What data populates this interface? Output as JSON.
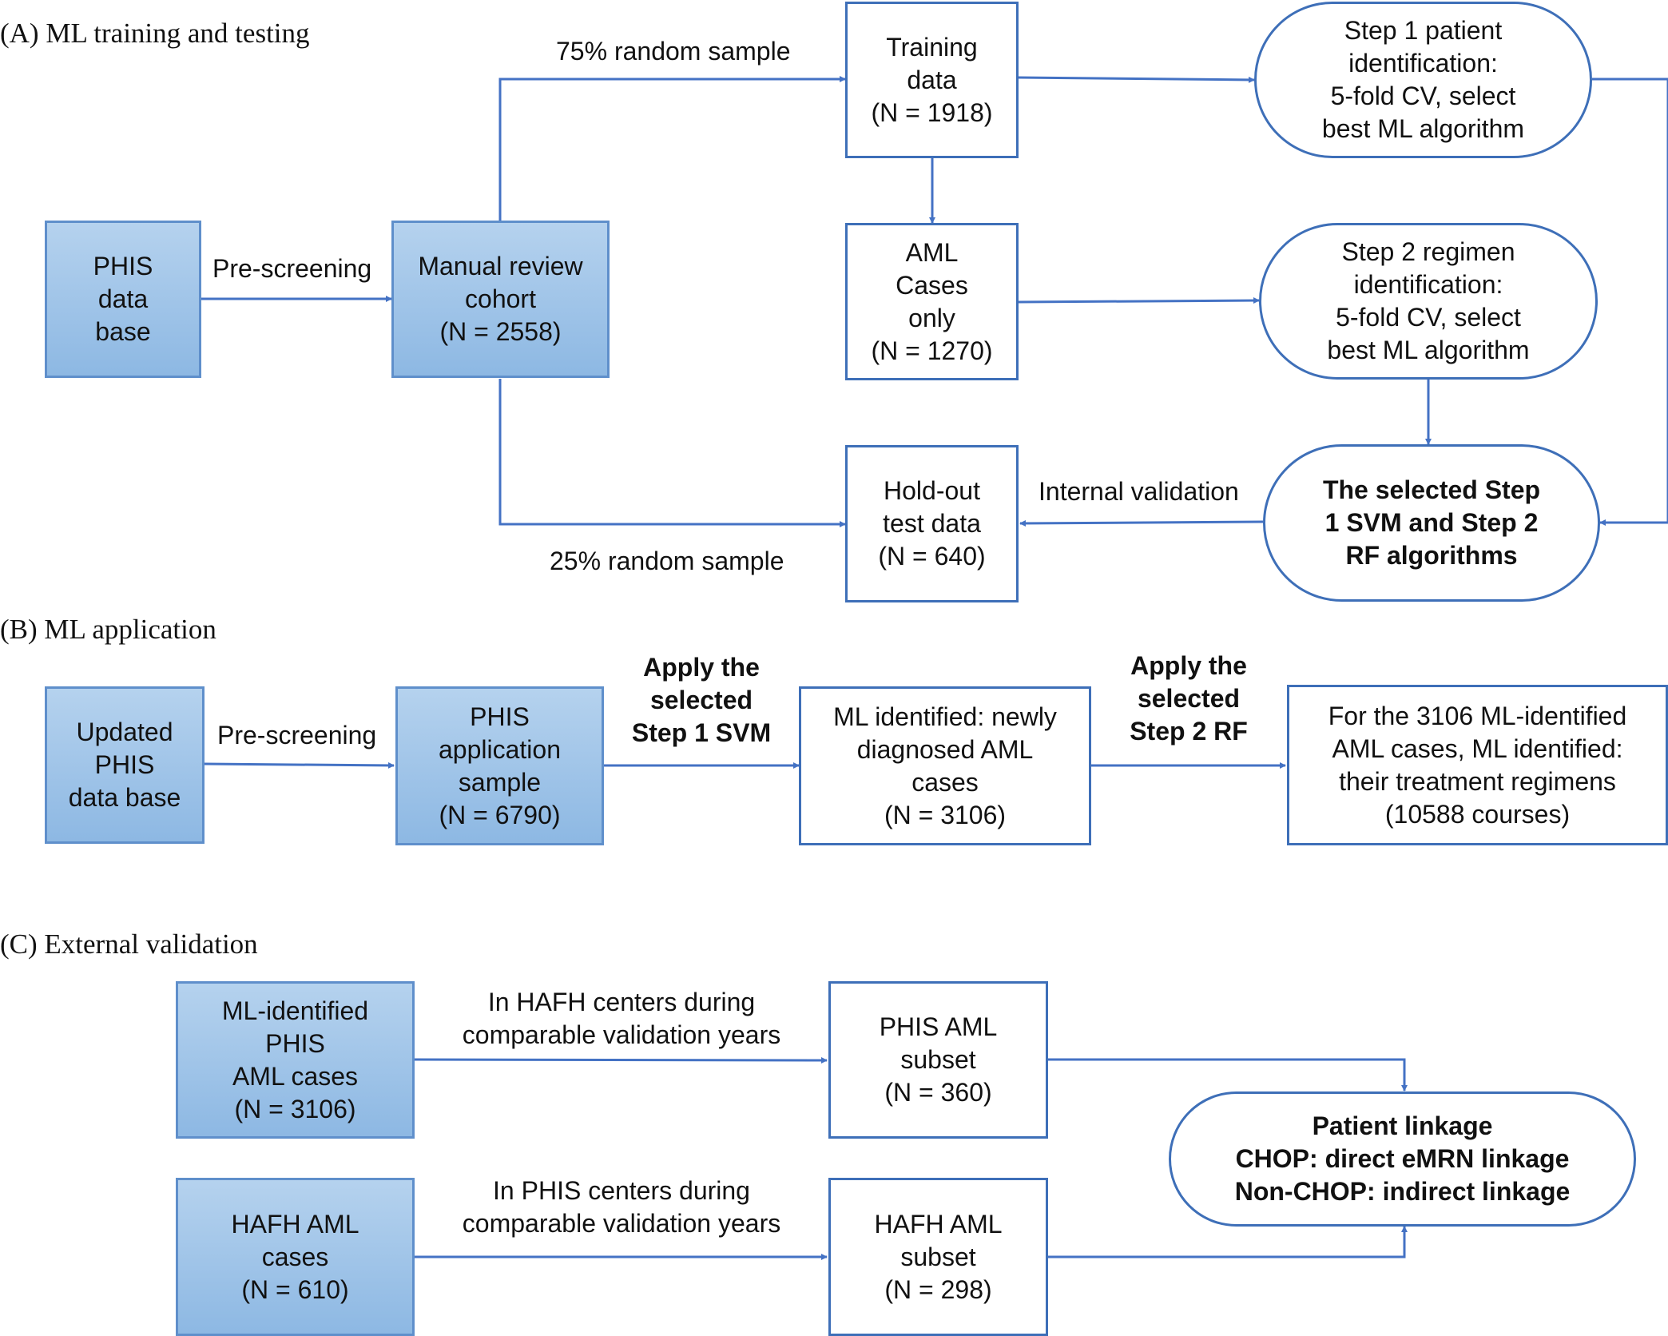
{
  "sections": {
    "a": "(A) ML training and testing",
    "b": "(B) ML application",
    "c": "(C) External validation"
  },
  "panel_a": {
    "phis_db": [
      "PHIS",
      "data",
      "base"
    ],
    "manual_review": [
      "Manual review",
      "cohort",
      "(N = 2558)"
    ],
    "training": [
      "Training",
      "data",
      "(N = 1918)"
    ],
    "aml_cases": [
      "AML",
      "Cases",
      "only",
      "(N = 1270)"
    ],
    "holdout": [
      "Hold-out",
      "test data",
      "(N = 640)"
    ],
    "step1": [
      "Step 1 patient",
      "identification:",
      "5-fold CV, select",
      "best ML algorithm"
    ],
    "step2": [
      "Step 2 regimen",
      "identification:",
      "5-fold CV, select",
      "best ML algorithm"
    ],
    "selected": [
      "The selected Step",
      "1 SVM and Step 2",
      "RF algorithms"
    ],
    "labels": {
      "prescreening": "Pre-screening",
      "sample75": "75% random sample",
      "sample25": "25% random sample",
      "internal": "Internal validation"
    }
  },
  "panel_b": {
    "updated_db": [
      "Updated",
      "PHIS",
      "data base"
    ],
    "app_sample": [
      "PHIS",
      "application",
      "sample",
      "(N = 6790)"
    ],
    "ml_identified": [
      "ML identified: newly",
      "diagnosed AML",
      "cases",
      "(N = 3106)"
    ],
    "regimens": [
      "For the 3106 ML-identified",
      "AML cases, ML identified:",
      "their treatment regimens",
      "(10588 courses)"
    ],
    "labels": {
      "prescreening": "Pre-screening",
      "apply_svm": [
        "Apply the",
        "selected",
        "Step 1 SVM"
      ],
      "apply_rf": [
        "Apply the",
        "selected",
        "Step 2 RF"
      ]
    }
  },
  "panel_c": {
    "ml_phis": [
      "ML-identified",
      "PHIS",
      "AML cases",
      "(N = 3106)"
    ],
    "hafh_cases": [
      "HAFH AML",
      "cases",
      "(N = 610)"
    ],
    "phis_subset": [
      "PHIS AML",
      "subset",
      "(N = 360)"
    ],
    "hafh_subset": [
      "HAFH AML",
      "subset",
      "(N = 298)"
    ],
    "linkage": [
      "Patient linkage",
      "CHOP: direct eMRN linkage",
      "Non-CHOP: indirect linkage"
    ],
    "labels": {
      "hafh_centers": [
        "In HAFH centers during",
        "comparable validation years"
      ],
      "phis_centers": [
        "In PHIS centers during",
        "comparable validation years"
      ]
    }
  },
  "colors": {
    "arrow": "#4472c4",
    "box_border": "#3e6fb8",
    "shaded_fill_top": "#b5d2ee",
    "shaded_fill_bottom": "#8db8e3"
  }
}
